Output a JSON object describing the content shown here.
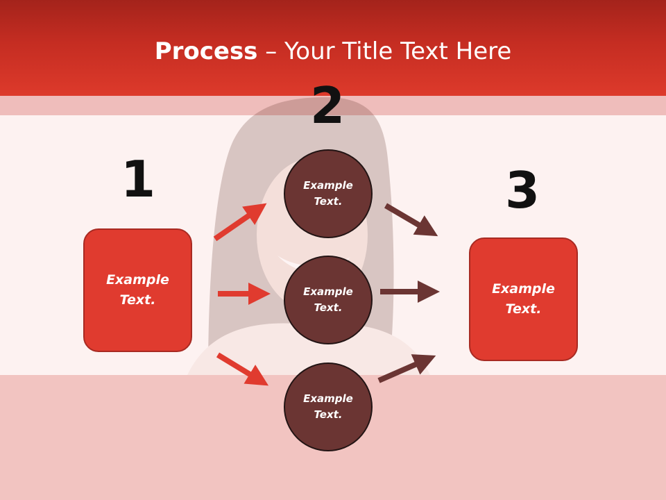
{
  "header": {
    "title_bold": "Process",
    "title_rest": " – Your Title Text Here"
  },
  "steps": {
    "one": "1",
    "two": "2",
    "three": "3"
  },
  "nodes": {
    "left_box": "Example\nText.",
    "right_box": "Example\nText.",
    "circle_top": "Example\nText.",
    "circle_middle": "Example\nText.",
    "circle_bottom": "Example\nText."
  },
  "colors": {
    "header": "#c52d22",
    "box_fill": "#e03b2f",
    "circle_fill": "#6b3533",
    "left_arrows": "#e03b2f",
    "right_arrows": "#6b3533"
  }
}
